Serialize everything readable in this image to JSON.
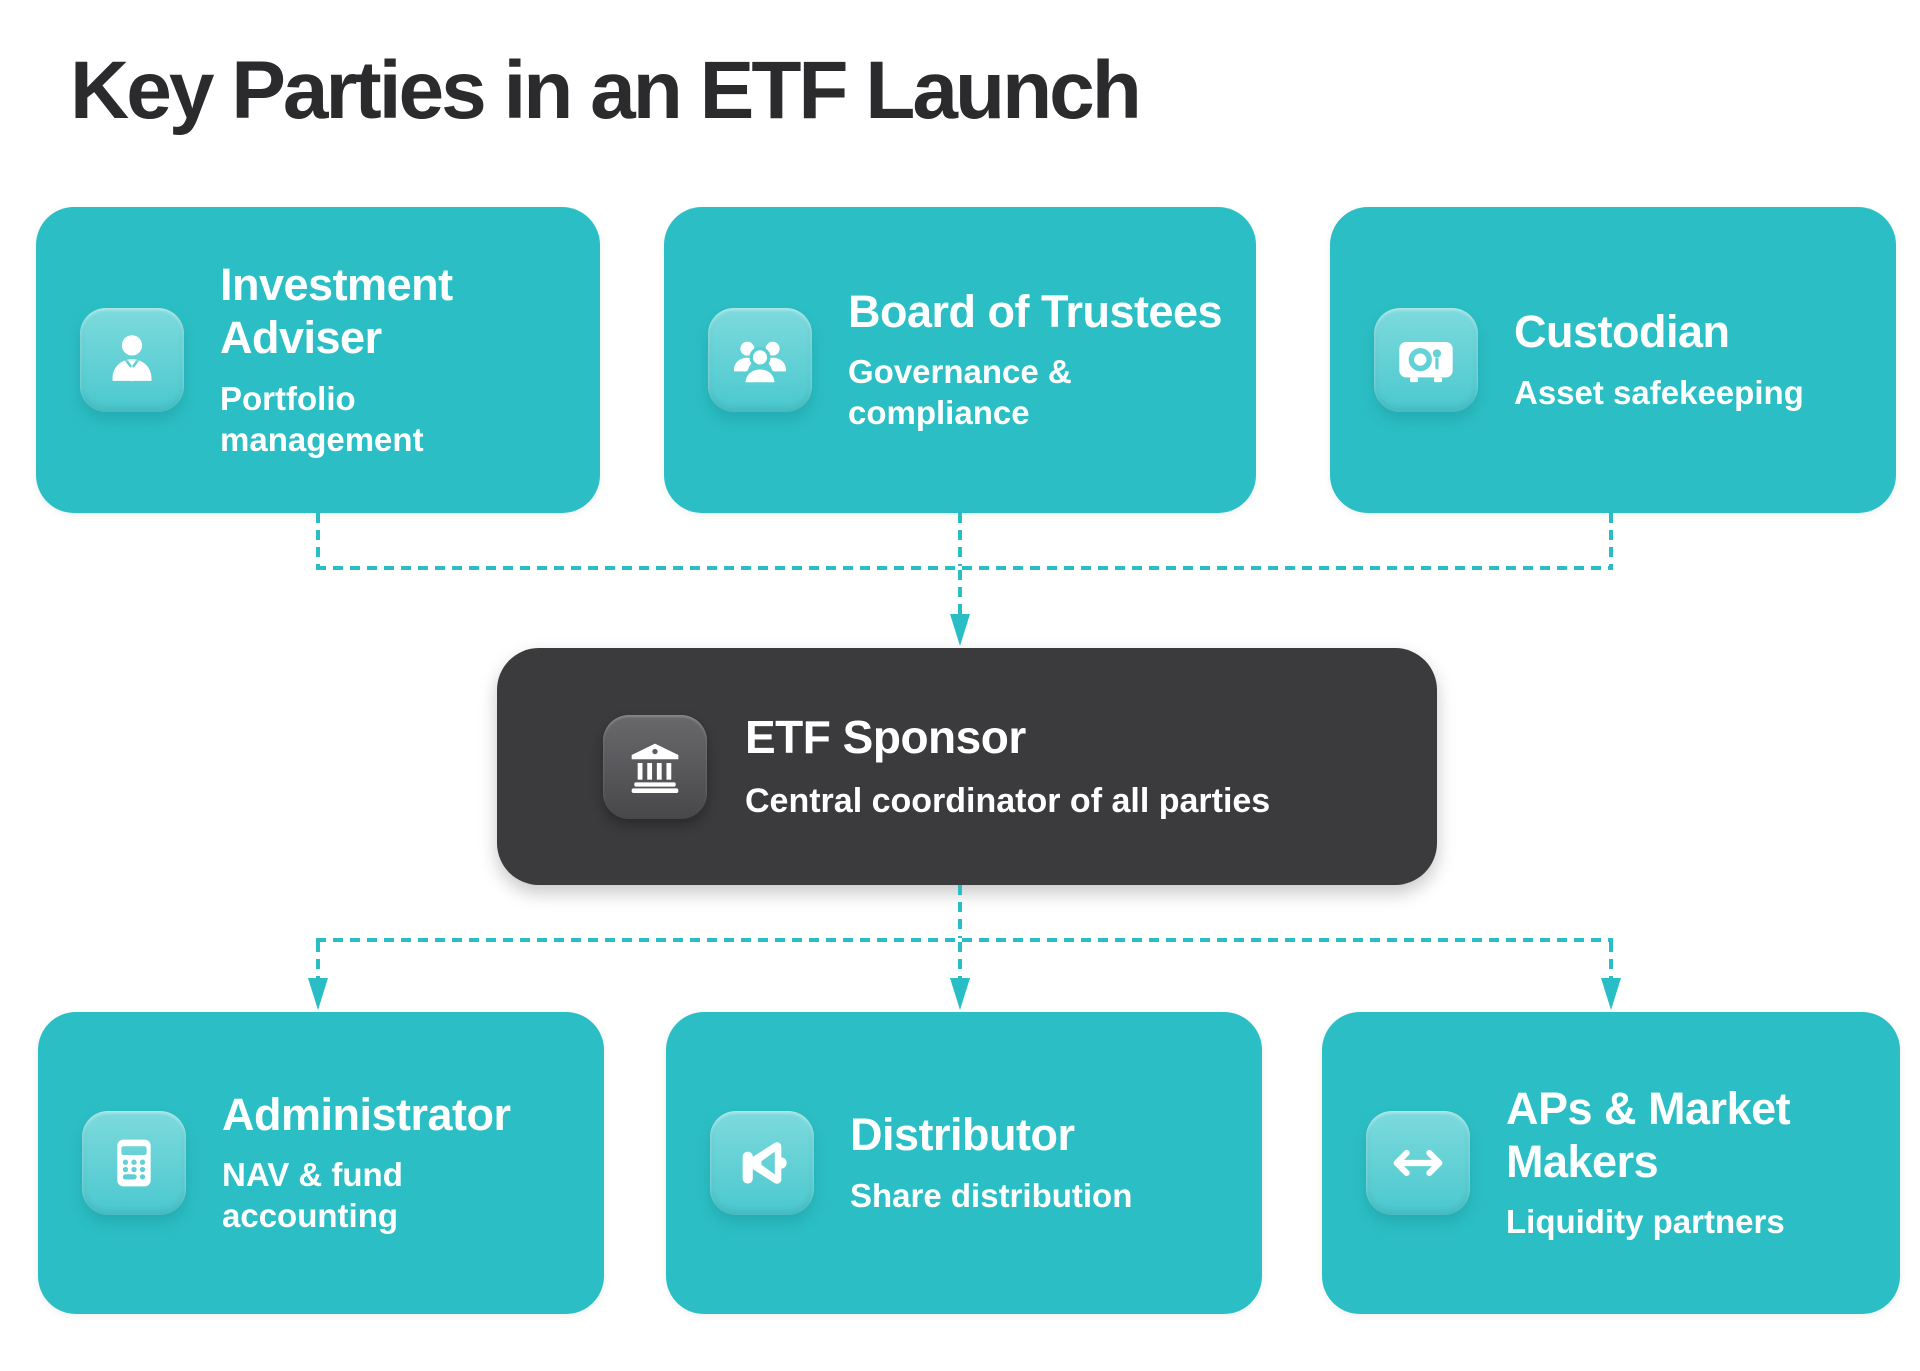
{
  "page": {
    "title": "Key Parties in an ETF Launch"
  },
  "colors": {
    "accent_teal": "#2ABFC5",
    "card_teal": "#2BBFC5",
    "dash_teal": "#29BEC5",
    "tile_top": "#7DDADD",
    "tile_bottom": "#4AC8CE",
    "tile_cut": "#58CFD3",
    "dark_box": "#3B3B3D",
    "dark_tile_top": "#69696C",
    "dark_tile_bottom": "#48484B",
    "dark_tile_cut": "#57575A",
    "title_text": "#2B2B2D",
    "card_text": "#FFFFFF"
  },
  "top_cards": [
    {
      "title": "Investment Adviser",
      "subtitle": "Portfolio management",
      "icon": "person-icon"
    },
    {
      "title": "Board of Trustees",
      "subtitle": "Governance & compliance",
      "icon": "people-group-icon"
    },
    {
      "title": "Custodian",
      "subtitle": "Asset safekeeping",
      "icon": "safe-icon"
    }
  ],
  "sponsor": {
    "title": "ETF Sponsor",
    "subtitle": "Central coordinator of all parties",
    "icon": "bank-icon"
  },
  "bottom_cards": [
    {
      "title": "Administrator",
      "subtitle": "NAV & fund accounting",
      "icon": "calculator-icon"
    },
    {
      "title": "Distributor",
      "subtitle": "Share distribution",
      "icon": "megaphone-icon"
    },
    {
      "title": "APs & Market Makers",
      "subtitle": "Liquidity partners",
      "icon": "double-arrow-icon"
    }
  ]
}
